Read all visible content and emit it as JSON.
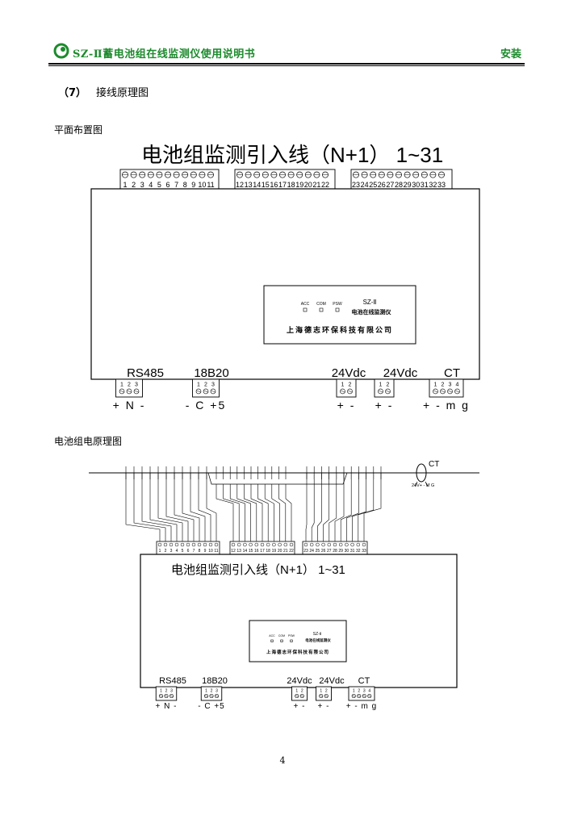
{
  "header": {
    "title": "SZ-Ⅱ蓄电池组在线监测仪使用说明书",
    "section": "安装"
  },
  "step": {
    "number": "（7）",
    "title": "接线原理图"
  },
  "layout_caption": "平面布置图",
  "schematic_caption": "电池组电原理图",
  "terminal_title": "电池组监测引入线（N+1） 1~31",
  "terminal_groups": [
    [
      "1",
      "2",
      "3",
      "4",
      "5",
      "6",
      "7",
      "8",
      "9",
      "10",
      "11"
    ],
    [
      "12",
      "13",
      "14",
      "15",
      "16",
      "17",
      "18",
      "19",
      "20",
      "21",
      "22"
    ],
    [
      "23",
      "24",
      "25",
      "26",
      "27",
      "28",
      "29",
      "30",
      "31",
      "32",
      "33"
    ]
  ],
  "device": {
    "leds": [
      "ACC",
      "COM",
      "PSW"
    ],
    "model": "SZ-Ⅱ",
    "name": "电池在线监测仪",
    "company": "上海德志环保科技有限公司"
  },
  "ports": [
    {
      "label": "RS485",
      "pins": [
        "1",
        "2",
        "3"
      ],
      "signals": "+ N -"
    },
    {
      "label": "18B20",
      "pins": [
        "1",
        "2",
        "3"
      ],
      "signals": "- C +5"
    },
    {
      "label": "24Vdc",
      "pins": [
        "1",
        "2"
      ],
      "signals": "+ -"
    },
    {
      "label": "24Vdc",
      "pins": [
        "1",
        "2"
      ],
      "signals": "+ -"
    },
    {
      "label": "CT",
      "pins": [
        "1",
        "2",
        "3",
        "4"
      ],
      "signals": "+ - m g"
    }
  ],
  "ct": {
    "label": "CT",
    "wire_label": "24V+ - M G"
  },
  "page_number": "4"
}
